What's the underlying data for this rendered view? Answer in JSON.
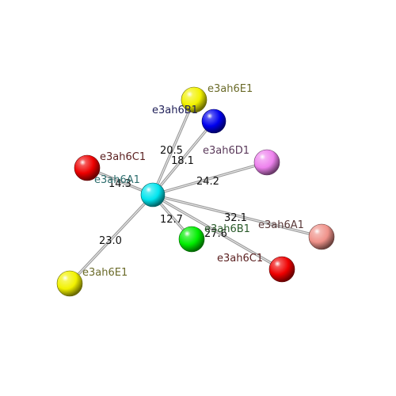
{
  "center": {
    "label": "e3ah6A1",
    "label_color": "#2e6e6e",
    "color": "#00e5ee"
  },
  "neighbors": [
    {
      "id": "n-e3ah6E1-top",
      "label": "e3ah6E1",
      "label_color": "#6b6b2a",
      "color": "#f2f200",
      "distance": "20.5"
    },
    {
      "id": "n-e3ah6B1-blue",
      "label": "e3ah6B1",
      "label_color": "#22225a",
      "color": "#0000ee",
      "distance": "18.1"
    },
    {
      "id": "n-e3ah6D1",
      "label": "e3ah6D1",
      "label_color": "#5b3a5b",
      "color": "#ee82ee",
      "distance": "24.2"
    },
    {
      "id": "n-e3ah6C1-left",
      "label": "e3ah6C1",
      "label_color": "#5a1f1f",
      "color": "#ee0000",
      "distance": "14.3"
    },
    {
      "id": "n-e3ah6A1-right",
      "label": "e3ah6A1",
      "label_color": "#5a3a3a",
      "color": "#f0928a",
      "distance": "32.1"
    },
    {
      "id": "n-e3ah6B1-green",
      "label": "e3ah6B1",
      "label_color": "#2a5a2a",
      "color": "#00ee00",
      "distance": "12.7"
    },
    {
      "id": "n-e3ah6C1-right",
      "label": "e3ah6C1",
      "label_color": "#5a1f1f",
      "color": "#ee0000",
      "distance": "27.6"
    },
    {
      "id": "n-e3ah6E1-left",
      "label": "e3ah6E1",
      "label_color": "#6b6b2a",
      "color": "#f2f200",
      "distance": "23.0"
    }
  ]
}
